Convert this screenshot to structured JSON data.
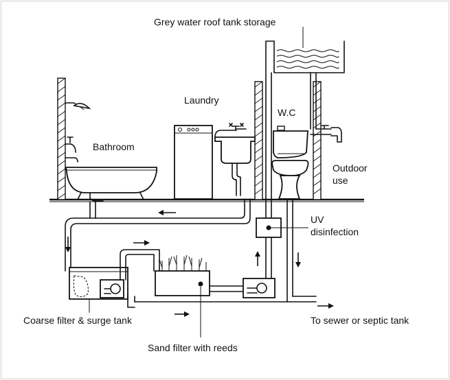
{
  "labels": {
    "roof_tank": "Grey water roof tank storage",
    "laundry": "Laundry",
    "wc": "W.C",
    "bathroom": "Bathroom",
    "outdoor_line1": "Outdoor",
    "outdoor_line2": "use",
    "uv_line1": "UV",
    "uv_line2": "disinfection",
    "coarse_filter": "Coarse filter & surge tank",
    "sand_filter": "Sand filter with reeds",
    "sewer": "To sewer or septic tank"
  },
  "colors": {
    "ink": "#111111",
    "paper": "#ffffff",
    "frame": "#cccccc"
  },
  "icons": [
    "shower-head-icon",
    "bathtub-icon",
    "washing-machine-icon",
    "sink-icon",
    "toilet-icon",
    "tap-icon",
    "pump-icon",
    "reeds-icon",
    "flow-arrow-icon"
  ]
}
